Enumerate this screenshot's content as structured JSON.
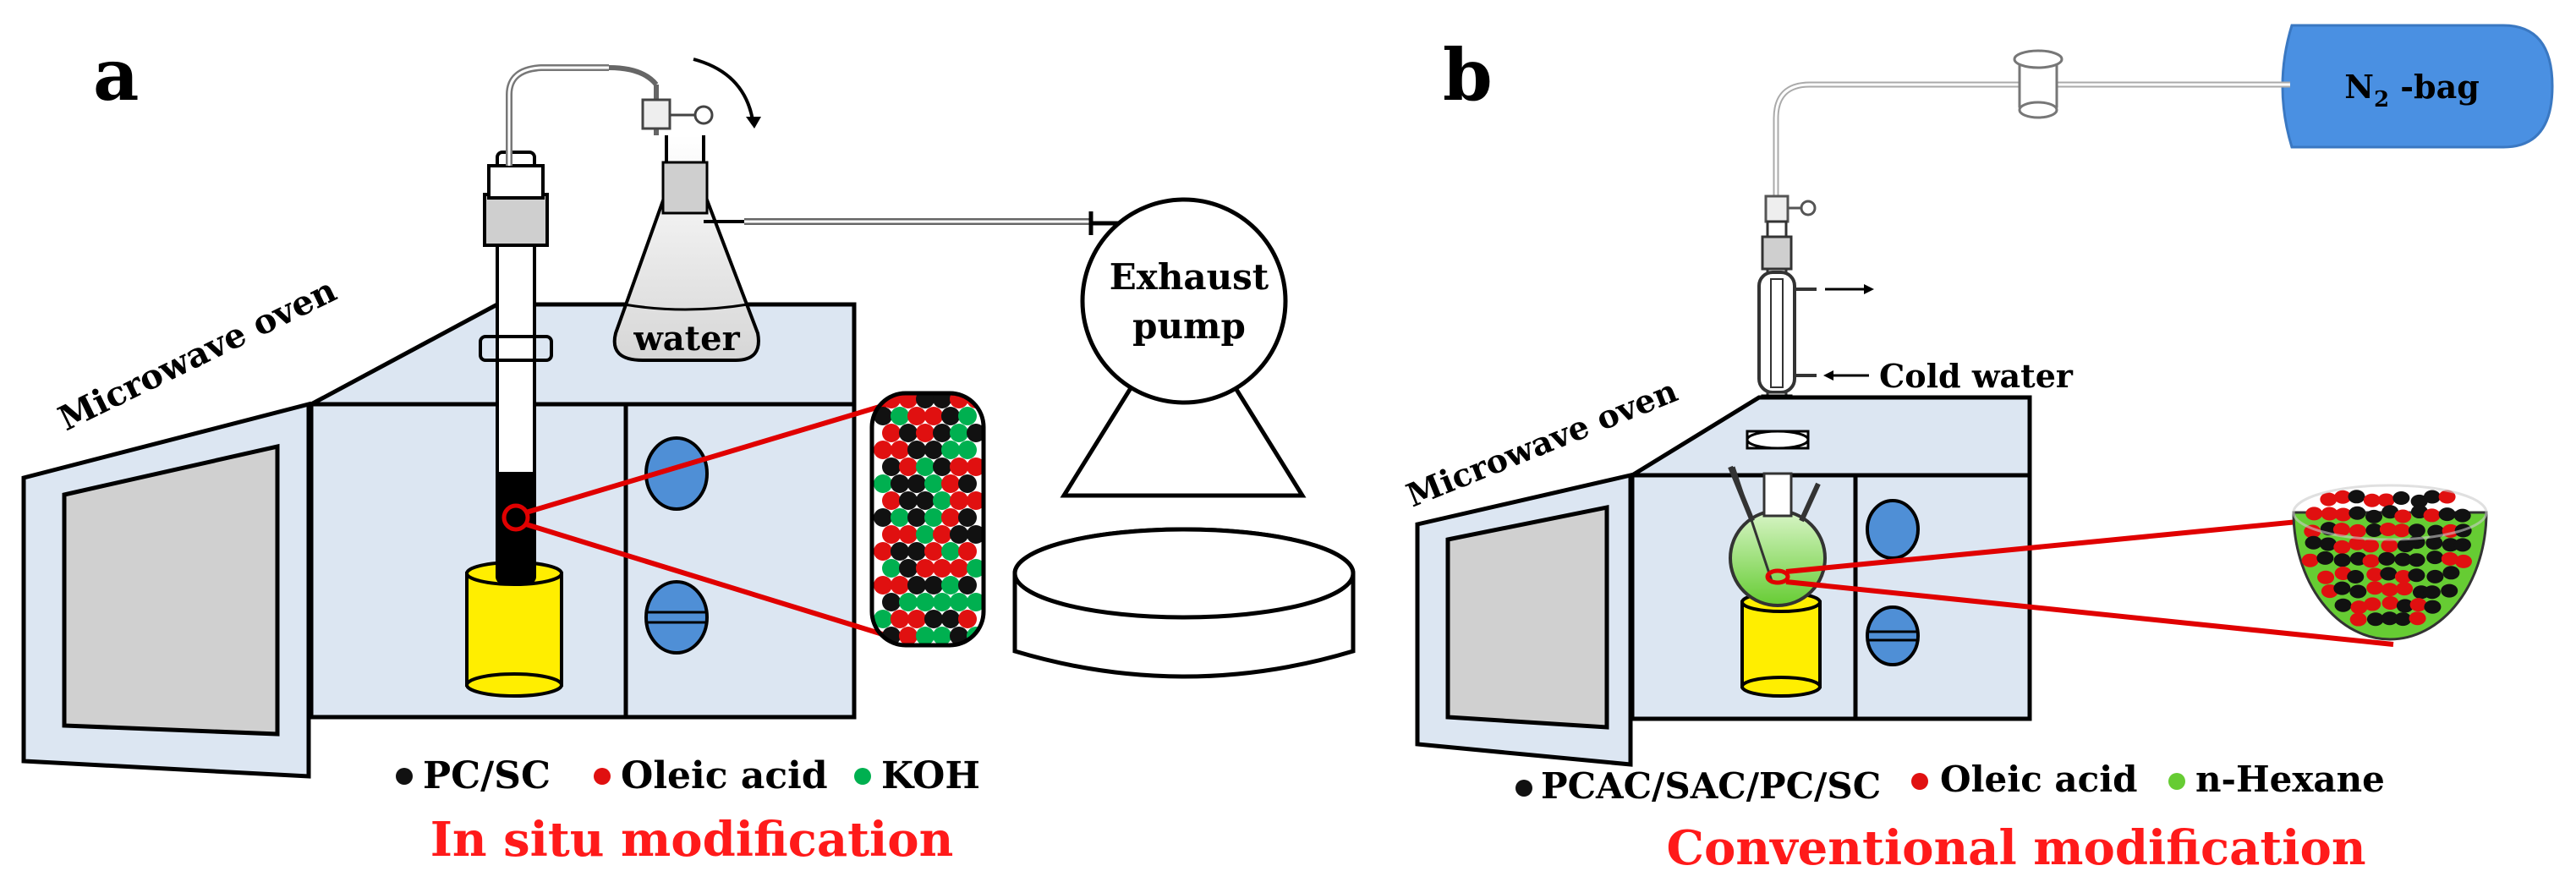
{
  "panel_a": {
    "label": "a",
    "oven_label": "Microwave oven",
    "flask_label": "water",
    "pump_label_line1": "Exhaust",
    "pump_label_line2": "pump",
    "legend": [
      "PC/SC",
      "Oleic acid",
      "KOH"
    ],
    "caption": "In situ modification"
  },
  "panel_b": {
    "label": "b",
    "oven_label": "Microwave oven",
    "bag_label_main": "N",
    "bag_label_sub": "2",
    "bag_label_suffix": " -bag",
    "cold_water_label": "Cold water",
    "legend": [
      "PCAC/SAC/PC/SC",
      "Oleic acid",
      "n-Hexane"
    ],
    "caption": "Conventional modification"
  },
  "colors": {
    "oven_fill": "#dce6f2",
    "oven_side": "#b9c3cf",
    "window_fill": "#d0d0d0",
    "knob": "#4f8fd6",
    "yellow_stand": "#ffee00",
    "red_line": "#e00000",
    "caption_red": "#ff1a1a",
    "bag_blue": "#4a90e2",
    "dot_black": "#111111",
    "dot_red": "#e01010",
    "dot_green_koh": "#00b050",
    "dot_green_hexane": "#66cc33"
  }
}
